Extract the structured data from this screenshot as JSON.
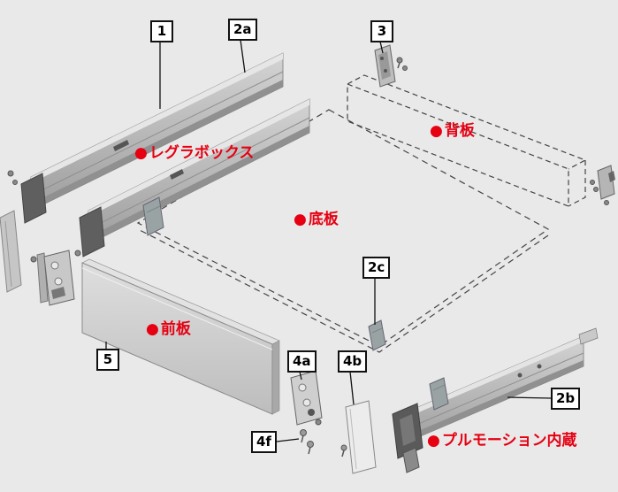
{
  "colors": {
    "background": "#e9e9e9",
    "label_red": "#e60012",
    "line": "#111111",
    "rail_metal": "#b5b5b5",
    "dashed_outline": "#444444"
  },
  "callouts": {
    "c1": {
      "label": "1"
    },
    "c2a": {
      "label": "2a"
    },
    "c3": {
      "label": "3"
    },
    "c2c": {
      "label": "2c"
    },
    "c5": {
      "label": "5"
    },
    "c4a": {
      "label": "4a"
    },
    "c4b": {
      "label": "4b"
    },
    "c4f": {
      "label": "4f"
    },
    "c2b": {
      "label": "2b"
    }
  },
  "part_labels": {
    "legrabox": {
      "bullet": "●",
      "text": "レグラボックス"
    },
    "back_panel": {
      "bullet": "●",
      "text": "背板"
    },
    "bottom_panel": {
      "bullet": "●",
      "text": "底板"
    },
    "front_panel": {
      "bullet": "●",
      "text": "前板"
    },
    "blumotion": {
      "bullet": "●",
      "text": "プルモーション内蔵"
    }
  }
}
